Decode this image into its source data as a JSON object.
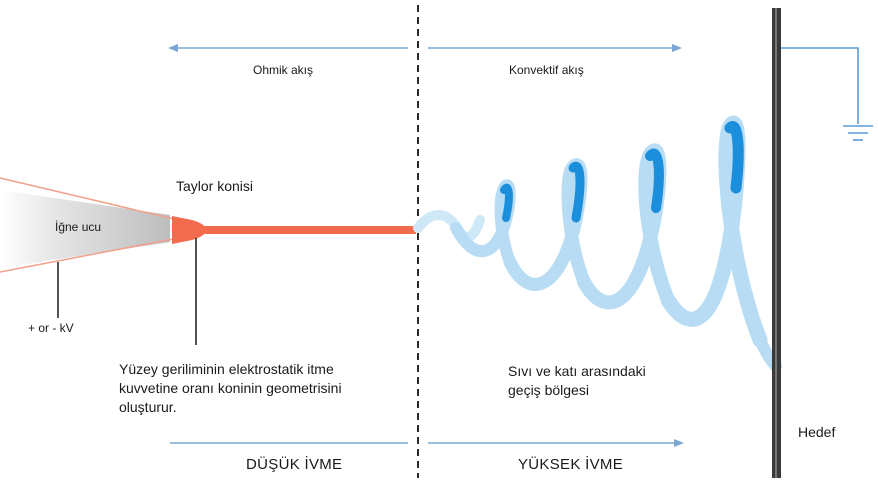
{
  "labels": {
    "ohmic_flow": "Ohmik akış",
    "convective_flow": "Konvektif akış",
    "taylor_cone": "Taylor konisi",
    "needle_tip": "İğne ucu",
    "voltage": "+ or - kV",
    "surface_tension_note": "Yüzey geriliminin elektrostatik itme\nkuvvetine oranı koninin geometrisini\noluşturur.",
    "transition_zone": "Sıvı ve katı arasındaki\ngeçiş bölgesi",
    "target": "Hedef",
    "low_acceleration": "DÜŞÜK İVME",
    "high_acceleration": "YÜKSEK İVME"
  },
  "colors": {
    "arrow": "#7aa8d2",
    "jet": "#f26b4c",
    "cone_outline": "#f2a08a",
    "needle": "#c8c8c8",
    "spiral_light": "#b7dcf4",
    "spiral_dark": "#1c8fdc",
    "target_plate": "#3a3a3a",
    "ground": "#5b9bd5"
  }
}
